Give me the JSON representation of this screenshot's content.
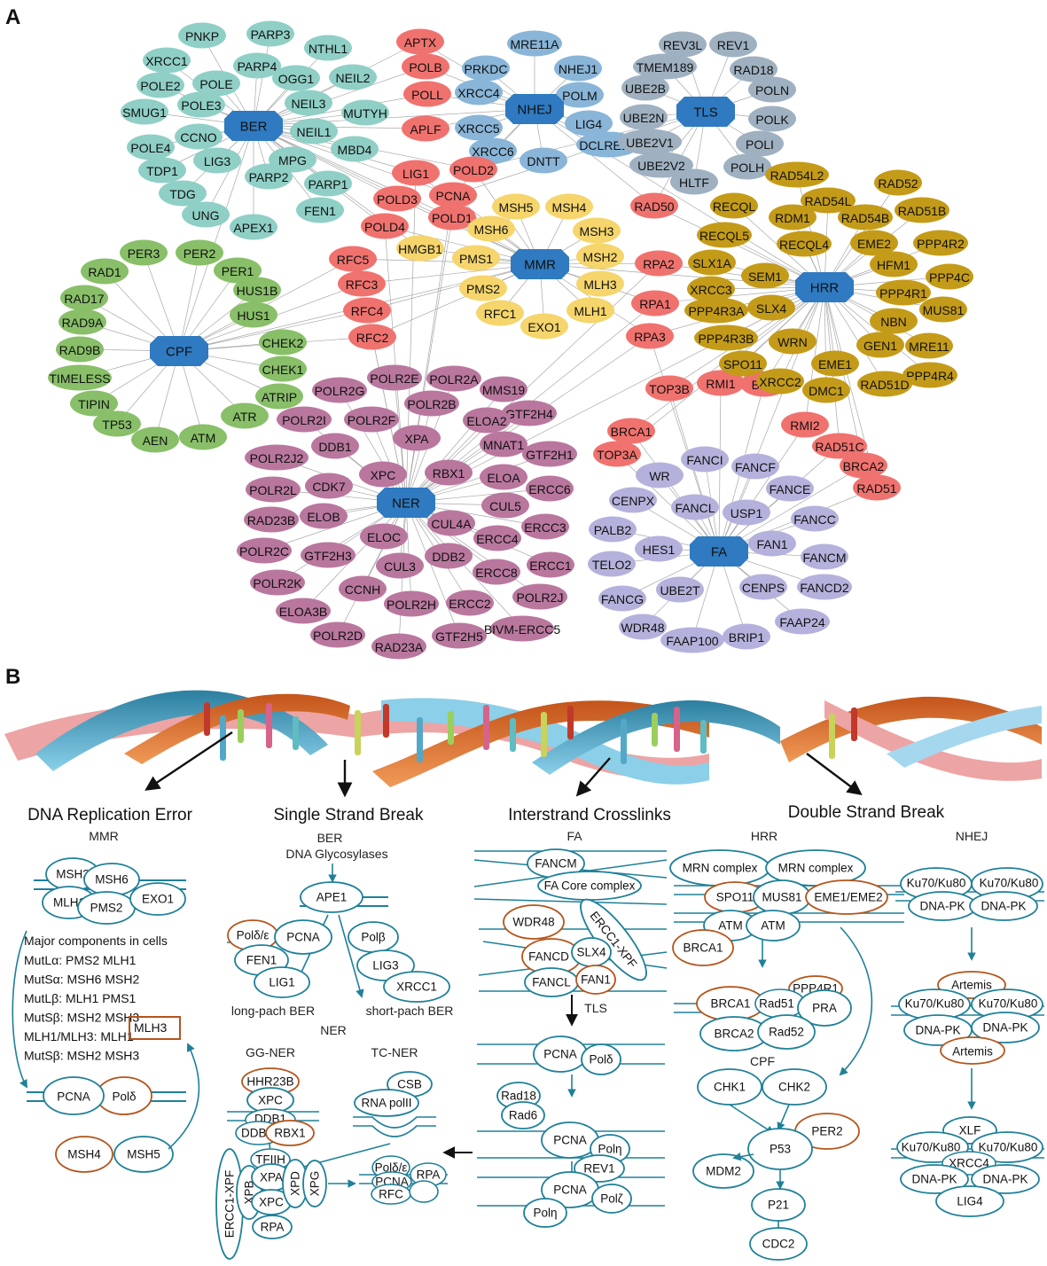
{
  "panel_labels": {
    "a": "A",
    "b": "B"
  },
  "colors": {
    "hub": "#2f7ac1",
    "BER": "#8fcfc6",
    "NHEJ": "#89b5d8",
    "TLS": "#9fb1c1",
    "shared": "#f0726e",
    "MMR": "#f5d56c",
    "HRR": "#c49b18",
    "CPF": "#88bf68",
    "NER": "#b9779e",
    "FA": "#b4b2dc",
    "teal": "#1f8098",
    "brown": "#b5541b"
  },
  "network": {
    "hubs": [
      {
        "id": "BER",
        "label": "BER"
      },
      {
        "id": "NHEJ",
        "label": "NHEJ"
      },
      {
        "id": "TLS",
        "label": "TLS"
      },
      {
        "id": "MMR",
        "label": "MMR"
      },
      {
        "id": "HRR",
        "label": "HRR"
      },
      {
        "id": "CPF",
        "label": "CPF"
      },
      {
        "id": "NER",
        "label": "NER"
      },
      {
        "id": "FA",
        "label": "FA"
      }
    ],
    "groups": {
      "BER": [
        "PNKP",
        "PARP3",
        "XRCC1",
        "NTHL1",
        "PARP4",
        "POLE2",
        "POLE",
        "OGG1",
        "NEIL2",
        "SMUG1",
        "POLE3",
        "NEIL3",
        "MUTYH",
        "NEIL1",
        "CCNO",
        "POLE4",
        "MPG",
        "MBD4",
        "TDP1",
        "LIG3",
        "PARP2",
        "PARP1",
        "TDG",
        "UNG",
        "APEX1",
        "FEN1"
      ],
      "NHEJ": [
        "MRE11A",
        "PRKDC",
        "NHEJ1",
        "XRCC4",
        "POLM",
        "LIG4",
        "XRCC5",
        "DCLRE1C",
        "XRCC6",
        "DNTT"
      ],
      "TLS": [
        "REV3L",
        "REV1",
        "TMEM189",
        "RAD18",
        "UBE2B",
        "POLN",
        "UBE2N",
        "POLK",
        "UBE2V1",
        "POLI",
        "UBE2V2",
        "POLH",
        "HLTF"
      ],
      "shared": [
        "APTX",
        "POLB",
        "POLL",
        "APLF",
        "LIG1",
        "POLD2",
        "POLD3",
        "PCNA",
        "POLD1",
        "POLD4",
        "RAD50",
        "RFC5",
        "RFC3",
        "RFC4",
        "RFC2",
        "RPA2",
        "RPA1",
        "RPA3",
        "TOP3B",
        "RMI1",
        "BLM",
        "RMI2",
        "BRCA1",
        "TOP3A",
        "RAD51C",
        "BRCA2",
        "RAD51"
      ],
      "MMR": [
        "MSH5",
        "MSH4",
        "MSH6",
        "MSH3",
        "HMGB1",
        "PMS1",
        "MSH2",
        "MLH3",
        "PMS2",
        "RFC1",
        "MLH1",
        "EXO1"
      ],
      "HRR": [
        "RAD54L2",
        "RAD52",
        "RECQL",
        "RAD54L",
        "RDM1",
        "RAD54B",
        "RAD51B",
        "RECQL5",
        "RECQL4",
        "EME2",
        "PPP4R2",
        "SLX1A",
        "SEM1",
        "HFM1",
        "PPP4C",
        "XRCC3",
        "PPP4R1",
        "MUS81",
        "PPP4R3A",
        "SLX4",
        "NBN",
        "PPP4R3B",
        "WRN",
        "GEN1",
        "MRE11",
        "SPO11",
        "EME1",
        "PPP4R4",
        "XRCC2",
        "DMC1",
        "RAD51D"
      ],
      "CPF": [
        "PER3",
        "PER2",
        "RAD1",
        "PER1",
        "HUS1B",
        "RAD17",
        "HUS1",
        "RAD9A",
        "CHEK2",
        "RAD9B",
        "CHEK1",
        "TIMELESS",
        "ATRIP",
        "TIPIN",
        "ATR",
        "TP53",
        "AEN",
        "ATM"
      ],
      "NER": [
        "POLR2E",
        "POLR2A",
        "MMS19",
        "POLR2G",
        "POLR2B",
        "GTF2H4",
        "POLR2I",
        "POLR2F",
        "ELOA2",
        "DDB1",
        "XPA",
        "MNAT1",
        "GTF2H1",
        "POLR2J2",
        "XPC",
        "RBX1",
        "ELOA",
        "CDK7",
        "ERCC6",
        "POLR2L",
        "CUL5",
        "RAD23B",
        "ELOB",
        "ERCC3",
        "CUL4A",
        "ERCC4",
        "POLR2C",
        "ELOC",
        "GTF2H3",
        "DDB2",
        "ERCC1",
        "POLR2K",
        "CUL3",
        "ERCC8",
        "CCNH",
        "POLR2J",
        "ELOA3B",
        "POLR2H",
        "ERCC2",
        "POLR2D",
        "BIVM-ERCC5",
        "GTF2H5",
        "RAD23A"
      ],
      "FA": [
        "FANCI",
        "WR",
        "FANCF",
        "FANCE",
        "CENPX",
        "FANCL",
        "USP1",
        "FANCC",
        "PALB2",
        "FAN1",
        "HES1",
        "FANCM",
        "TELO2",
        "CENPS",
        "FANCD2",
        "FANCG",
        "UBE2T",
        "FAAP24",
        "WDR48",
        "BRIP1",
        "FAAP100"
      ]
    }
  },
  "panel_b": {
    "titles": {
      "replication_error": "DNA Replication Error",
      "single_strand_break": "Single Strand Break",
      "interstrand_crosslinks": "Interstrand Crosslinks",
      "double_strand_break": "Double Strand Break"
    },
    "mmr": {
      "label": "MMR",
      "complex": [
        "MSH2",
        "MSH6",
        "MLH1",
        "PMS2",
        "EXO1"
      ],
      "components_title": "Major components in cells",
      "components": [
        "MutLα: PMS2  MLH1",
        "MutSα: MSH6  MSH2",
        "MutLβ: MLH1 PMS1",
        "MutSβ: MSH2 MSH3",
        "MLH1/MLH3: MLH1",
        "MutSβ: MSH2 MSH3"
      ],
      "boxed": "MLH3",
      "pcna": "PCNA",
      "pol_delta": "Polδ",
      "msh4": "MSH4",
      "msh5": "MSH5"
    },
    "ber": {
      "label": "BER",
      "glycosylases": "DNA Glycosylases",
      "ape1": "APE1",
      "pol_de": "Polδ/ε",
      "pcna": "PCNA",
      "fen1": "FEN1",
      "lig1": "LIG1",
      "pol_beta": "Polβ",
      "lig3": "LIG3",
      "xrcc1": "XRCC1",
      "long_patch": "long-pach BER",
      "short_patch": "short-pach BER"
    },
    "ner": {
      "label": "NER",
      "gg": "GG-NER",
      "tc": "TC-NER",
      "hhr23b": "HHR23B",
      "xpc": "XPC",
      "ddb1": "DDB1",
      "ddb2": "DDB2",
      "rbx1": "RBX1",
      "csb": "CSB",
      "rna_pol": "RNA polII",
      "ercc1_xpf": "ERCC1-XPF",
      "xpb": "XPB",
      "tfiih": "TFIIH",
      "xpa": "XPA",
      "xpc2": "XPC",
      "xpd": "XPD",
      "xpg": "XPG",
      "rpa": "RPA",
      "pol_de": "Polδ/ε",
      "pcna": "PCNA",
      "rfc": "RFC",
      "rpa2": "RPA"
    },
    "fa": {
      "label": "FA",
      "fancm": "FANCM",
      "core": "FA Core complex",
      "wdr48": "WDR48",
      "ercc1_xpf": "ERCC1-XPF",
      "fancd": "FANCD",
      "slx4": "SLX4",
      "fancl": "FANCL",
      "fan1": "FAN1",
      "tls": "TLS",
      "pcna1": "PCNA",
      "pold": "Polδ",
      "rad18": "Rad18",
      "rad6": "Rad6",
      "pcna2": "PCNA",
      "poleta": "Polη",
      "rev1": "REV1",
      "pcna3": "PCNA",
      "poleta2": "Polη",
      "polzeta": "Polζ"
    },
    "hrr": {
      "label": "HRR",
      "mrn1": "MRN complex",
      "mrn2": "MRN complex",
      "spo11": "SPO11",
      "mus81": "MUS81",
      "eme": "EME1/EME2",
      "atm1": "ATM",
      "atm2": "ATM",
      "brca1": "BRCA1",
      "brca1b": "BRCA1",
      "rad51": "Rad51",
      "ppp4r1": "PPP4R1",
      "pra": "PRA",
      "brca2": "BRCA2",
      "rad52": "Rad52"
    },
    "cpf": {
      "label": "CPF",
      "chk1": "CHK1",
      "chk2": "CHK2",
      "per2": "PER2",
      "p53": "P53",
      "mdm2": "MDM2",
      "p21": "P21",
      "cdc2": "CDC2"
    },
    "nhej": {
      "label": "NHEJ",
      "ku1": "Ku70/Ku80",
      "ku2": "Ku70/Ku80",
      "dnapk1": "DNA-PK",
      "dnapk2": "DNA-PK",
      "artemis": "Artemis",
      "ku3": "Ku70/Ku80",
      "ku4": "Ku70/Ku80",
      "dnapk3": "DNA-PK",
      "dnapk4": "DNA-PK",
      "artemis2": "Artemis",
      "xlf": "XLF",
      "ku5": "Ku70/Ku80",
      "ku6": "Ku70/Ku80",
      "xrcc4": "XRCC4",
      "dnapk5": "DNA-PK",
      "dnapk6": "DNA-PK",
      "lig4": "LIG4"
    }
  }
}
